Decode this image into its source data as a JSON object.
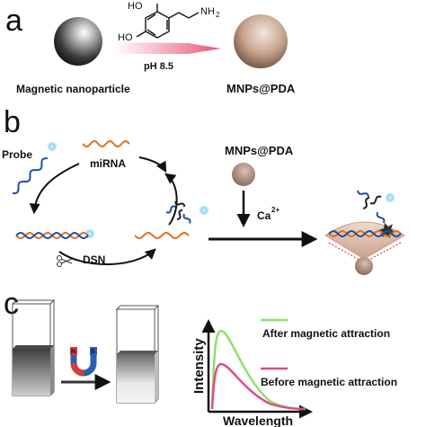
{
  "panels": {
    "a": {
      "letter": "a",
      "reagent_groups": {
        "ho_top": "HO",
        "ho_bottom": "HO",
        "amine": "NH",
        "amine_sub": "2"
      },
      "condition": "pH 8.5",
      "left_label": "Magnetic nanoparticle",
      "right_label": "MNPs@PDA",
      "colors": {
        "arrow": "#e8577a",
        "nanoparticle": "#6f6f6f",
        "pda_shell": "#b08a74"
      }
    },
    "b": {
      "letter": "b",
      "probe_label": "Probe",
      "mirna_label": "miRNA",
      "dsn_label": "DSN",
      "mnps_label": "MNPs@PDA",
      "ion_label": "Ca",
      "ion_charge": "2+",
      "colors": {
        "probe_strand": "#1f4fa0",
        "mirna_strand": "#e07020",
        "glow": "#7fd0f0"
      }
    },
    "c": {
      "letter": "c",
      "magnet": {
        "north": "N",
        "south": "S"
      },
      "y_axis_label": "Intensity",
      "x_axis_label": "Wavelength",
      "legend": [
        {
          "name": "After magnetic attraction",
          "color": "#8ee06a"
        },
        {
          "name": "Before magnetic attraction",
          "color": "#e04a86"
        }
      ]
    }
  }
}
